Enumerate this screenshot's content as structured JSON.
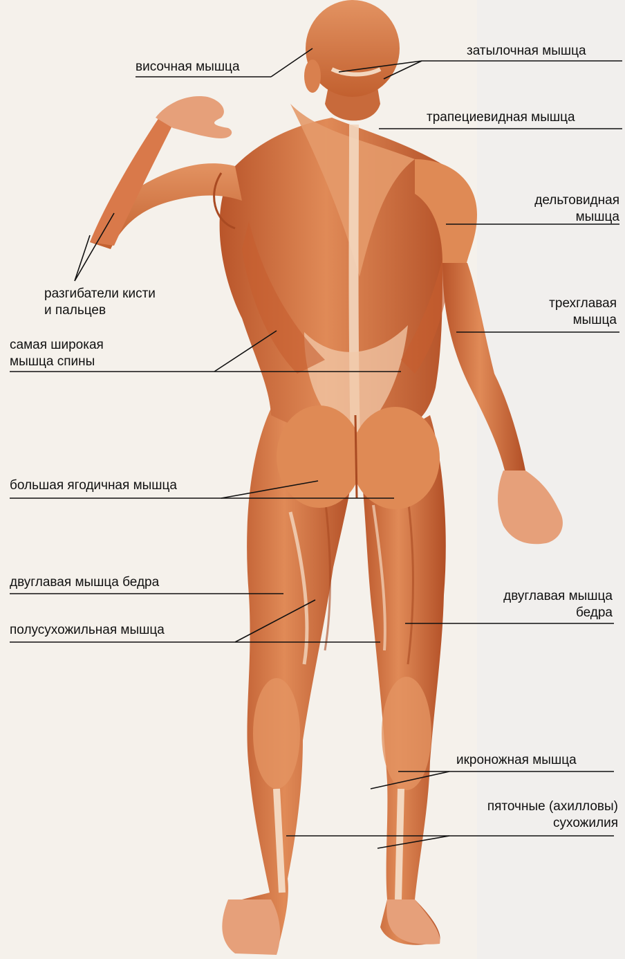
{
  "colors": {
    "background": "#f4f1ec",
    "muscle_base": "#d8733f",
    "muscle_dark": "#a94a22",
    "muscle_light": "#eda27a",
    "tendon": "#f3d7bf",
    "line": "#111111",
    "text": "#111111"
  },
  "labels": {
    "temporalis": "височная мышца",
    "occipitalis": "затылочная мышца",
    "trapezius": "трапециевидная мышца",
    "deltoid": [
      "дельтовидная",
      "мышца"
    ],
    "extensors": [
      "разгибатели кисти",
      "и пальцев"
    ],
    "triceps": [
      "трехглавая",
      "мышца"
    ],
    "latissimus": [
      "самая широкая",
      "мышца спины"
    ],
    "gluteus": "большая ягодичная мышца",
    "biceps_femoris_left": "двуглавая мышца бедра",
    "biceps_femoris_right": [
      "двуглавая мышца",
      "бедра"
    ],
    "semitendinosus": "полусухожильная мышца",
    "gastrocnemius": "икроножная мышца",
    "achilles": [
      "пяточные (ахилловы)",
      "сухожилия"
    ]
  }
}
